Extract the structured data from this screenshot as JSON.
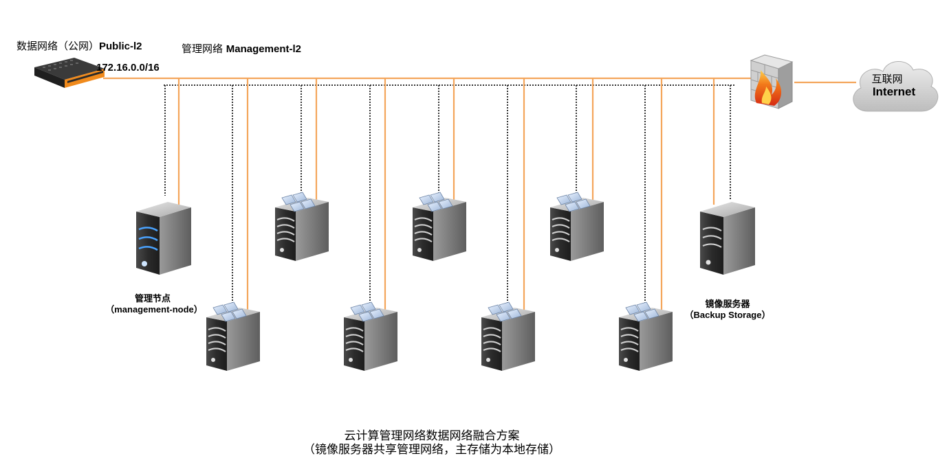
{
  "labels": {
    "public_l2_cn": "数据网络（公网）",
    "public_l2_en": "Public-l2",
    "management_l2_cn": "管理网络",
    "management_l2_en": "Management-l2",
    "cidr": "172.16.0.0/16",
    "internet_cn": "互联网",
    "internet_en": "Internet",
    "management_node_cn": "管理节点",
    "management_node_en": "（management-node）",
    "backup_storage_cn": "镜像服务器",
    "backup_storage_en": "（Backup Storage）",
    "caption_line1": "云计算管理网络数据网络融合方案",
    "caption_line2": "（镜像服务器共享管理网络，主存储为本地存储）"
  },
  "colors": {
    "public_line": "#f4a55a",
    "management_line": "#333333",
    "switch_accent": "#f08a1c",
    "cloud": "#cfcfcf"
  },
  "icons": {
    "switch": "network-switch-icon",
    "firewall": "firewall-icon",
    "cloud": "cloud-icon",
    "management_server": "management-server-icon",
    "compute_host": "compute-host-icon",
    "storage_server": "backup-storage-server-icon"
  }
}
